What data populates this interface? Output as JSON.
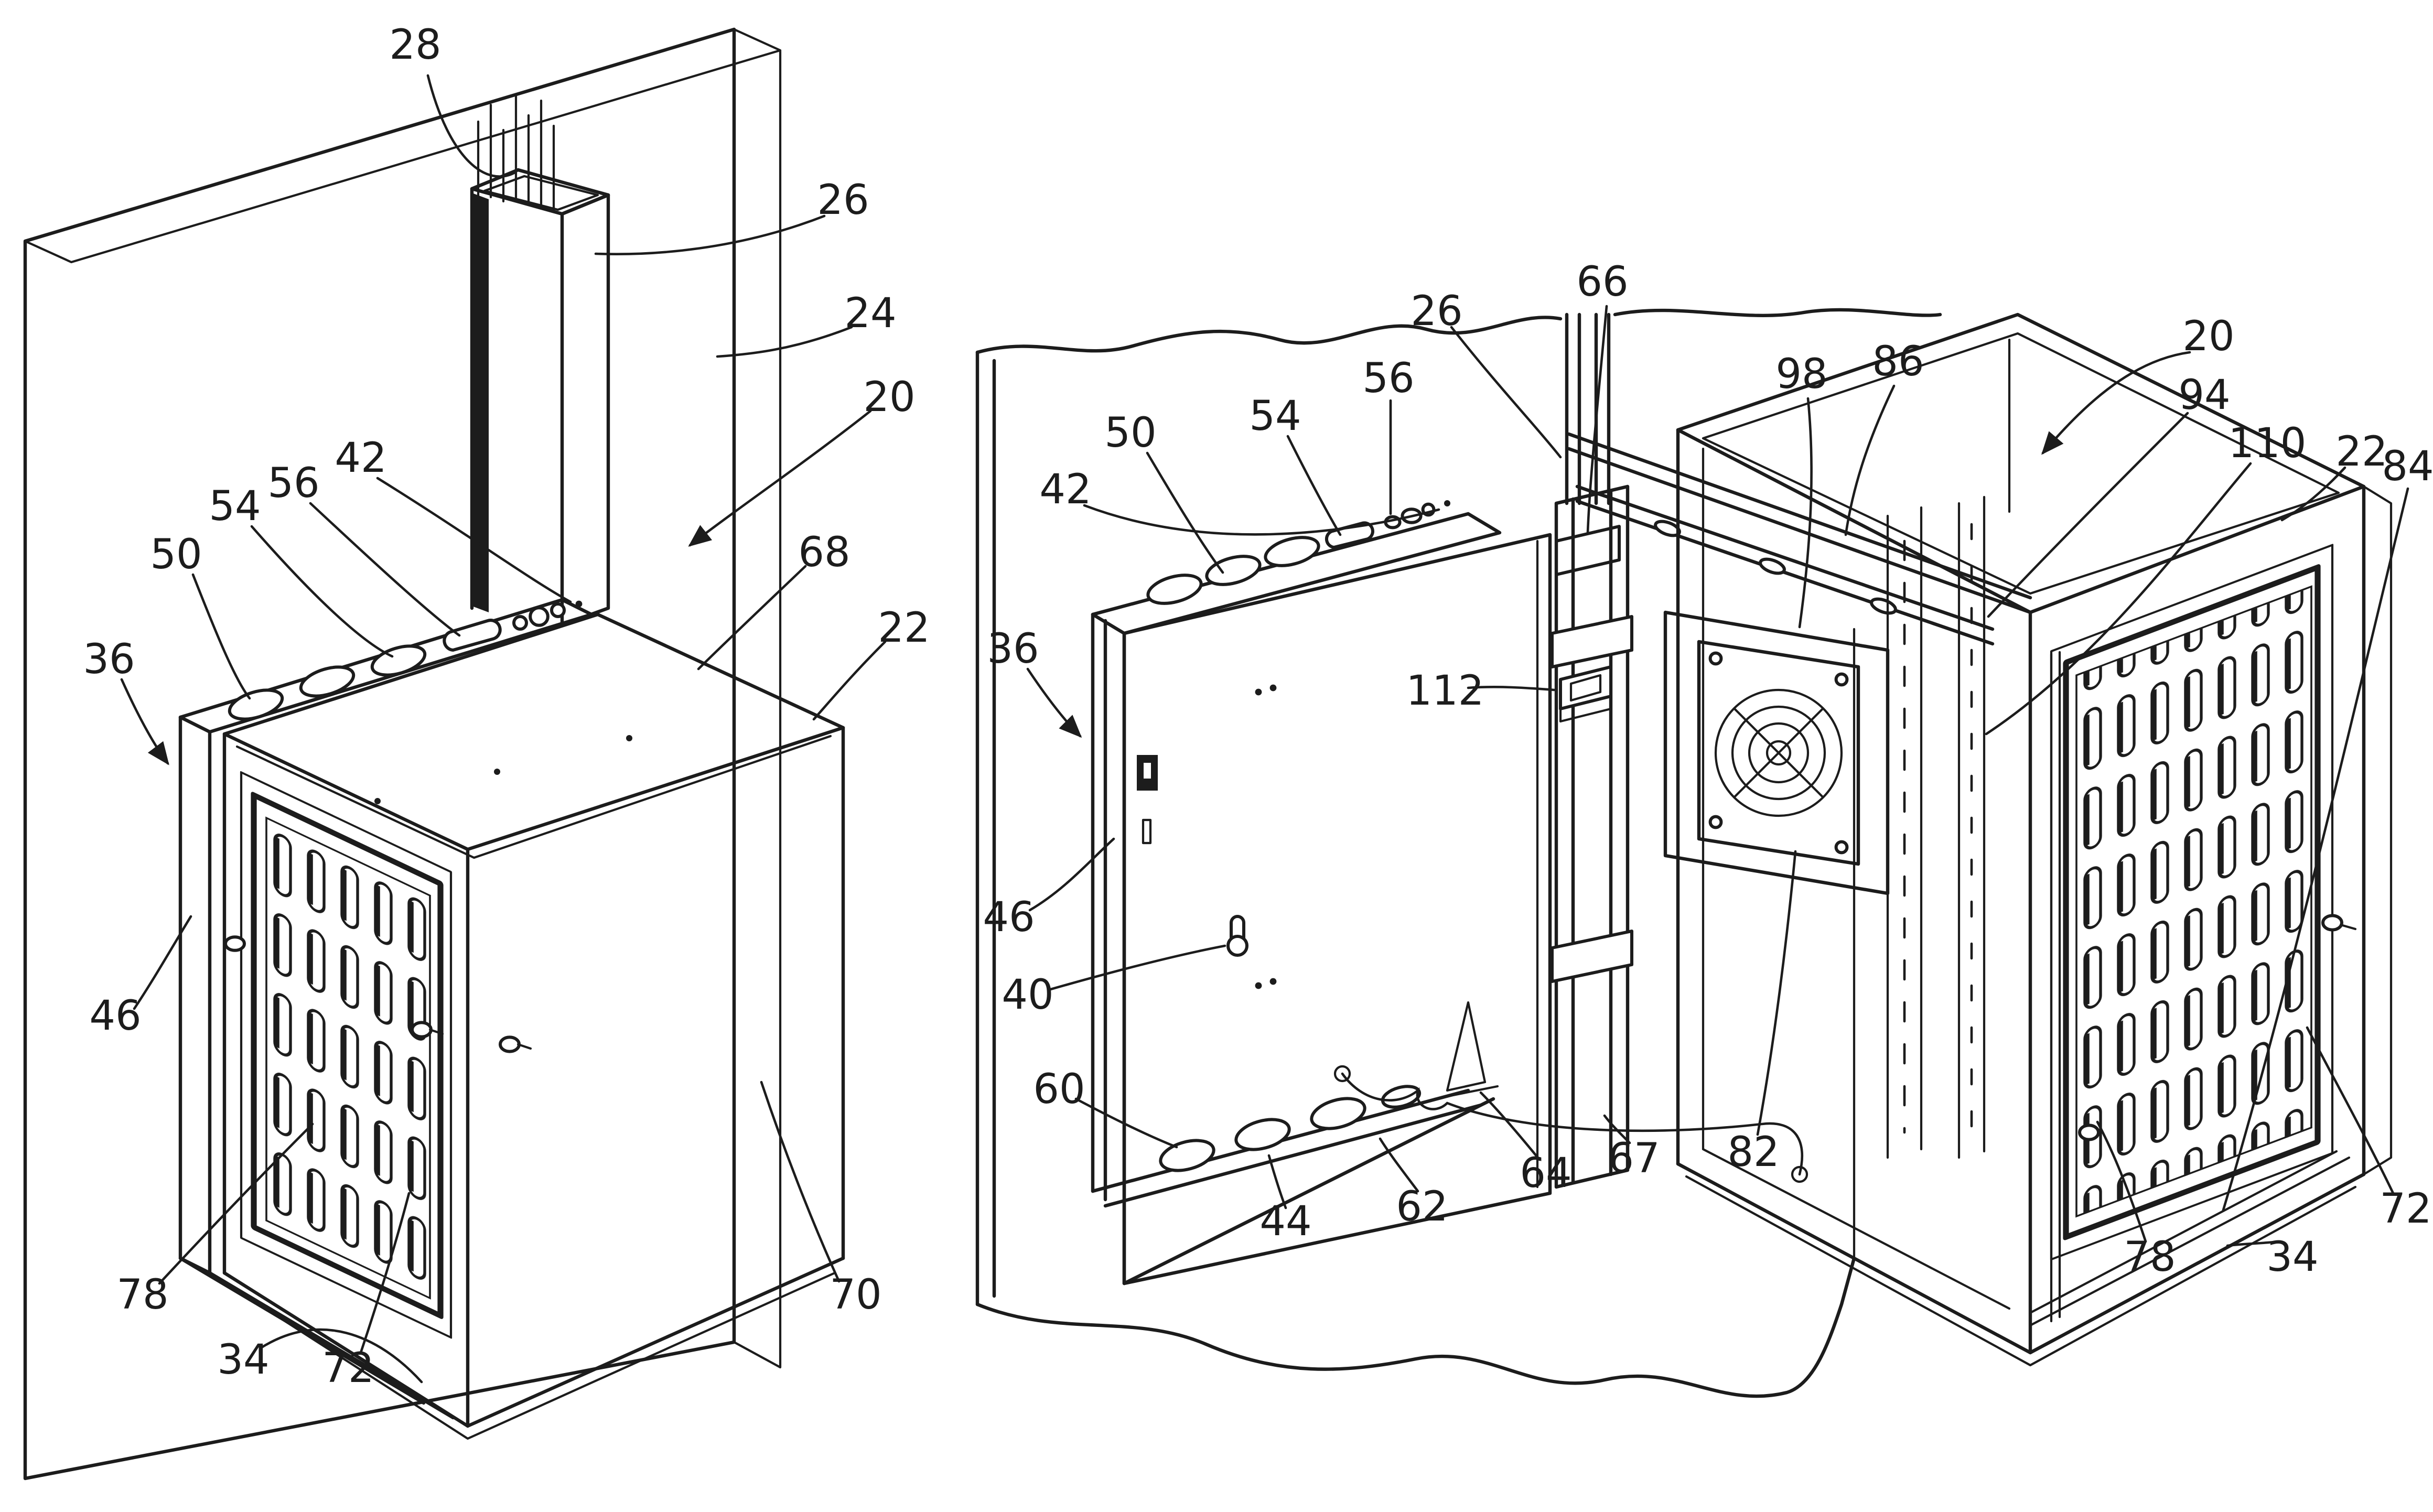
{
  "drawing": {
    "kind": "patent line drawing",
    "paper_color": "#ffffff",
    "ink_color": "#1c1c1c",
    "subject": "wall-mounted electronics enclosure shown closed (left) and swung open (right)"
  },
  "figures": [
    {
      "name": "closed-assembly-view",
      "labels": [
        {
          "ref": "28",
          "points_to": "cable bundle exiting raceway"
        },
        {
          "ref": "26",
          "points_to": "vertical cable raceway"
        },
        {
          "ref": "24",
          "points_to": "wall panel"
        },
        {
          "ref": "20",
          "points_to": "enclosure assembly (arrow)"
        },
        {
          "ref": "68",
          "points_to": "enclosure top panel"
        },
        {
          "ref": "22",
          "points_to": "enclosure shell"
        },
        {
          "ref": "42",
          "points_to": "small knockout at end of frame flange"
        },
        {
          "ref": "56",
          "points_to": "obround knockout slot"
        },
        {
          "ref": "54",
          "points_to": "circular knockout"
        },
        {
          "ref": "50",
          "points_to": "large circular knockout"
        },
        {
          "ref": "36",
          "points_to": "wall-mount frame (arrow)"
        },
        {
          "ref": "46",
          "points_to": "frame side wall"
        },
        {
          "ref": "78",
          "points_to": "louver vents at door edge"
        },
        {
          "ref": "34",
          "points_to": "frame bottom member"
        },
        {
          "ref": "72",
          "points_to": "louvered door"
        },
        {
          "ref": "70",
          "points_to": "enclosure side panel"
        }
      ]
    },
    {
      "name": "open-assembly-view",
      "labels": [
        {
          "ref": "26",
          "points_to": "vertical cable raceway"
        },
        {
          "ref": "66",
          "points_to": "raceway clamp bracket"
        },
        {
          "ref": "98",
          "points_to": "fan mounting panel"
        },
        {
          "ref": "86",
          "points_to": "swing-frame top rail"
        },
        {
          "ref": "20",
          "points_to": "enclosure assembly (arrow)"
        },
        {
          "ref": "94",
          "points_to": "punched top rail"
        },
        {
          "ref": "110",
          "points_to": "slotted equipment rail"
        },
        {
          "ref": "22",
          "points_to": "enclosure shell"
        },
        {
          "ref": "84",
          "points_to": "shell lower rail"
        },
        {
          "ref": "56",
          "points_to": "small knockouts on frame flange"
        },
        {
          "ref": "54",
          "points_to": "obround knockout slot"
        },
        {
          "ref": "50",
          "points_to": "large circular knockout"
        },
        {
          "ref": "42",
          "points_to": "knockout strip end"
        },
        {
          "ref": "36",
          "points_to": "wall-mount frame (arrow)"
        },
        {
          "ref": "46",
          "points_to": "frame back panel"
        },
        {
          "ref": "40",
          "points_to": "keyhole mounting slot"
        },
        {
          "ref": "60",
          "points_to": "bottom flange knockout"
        },
        {
          "ref": "44",
          "points_to": "frame bottom flange"
        },
        {
          "ref": "62",
          "points_to": "frame bottom rail"
        },
        {
          "ref": "64",
          "points_to": "support bracket"
        },
        {
          "ref": "67",
          "points_to": "ground bonding wire"
        },
        {
          "ref": "82",
          "points_to": "cooling fan"
        },
        {
          "ref": "112",
          "points_to": "cable management ring"
        },
        {
          "ref": "78",
          "points_to": "door thumbscrew edge"
        },
        {
          "ref": "34",
          "points_to": "shell bottom member"
        },
        {
          "ref": "72",
          "points_to": "louvered door"
        }
      ]
    }
  ]
}
